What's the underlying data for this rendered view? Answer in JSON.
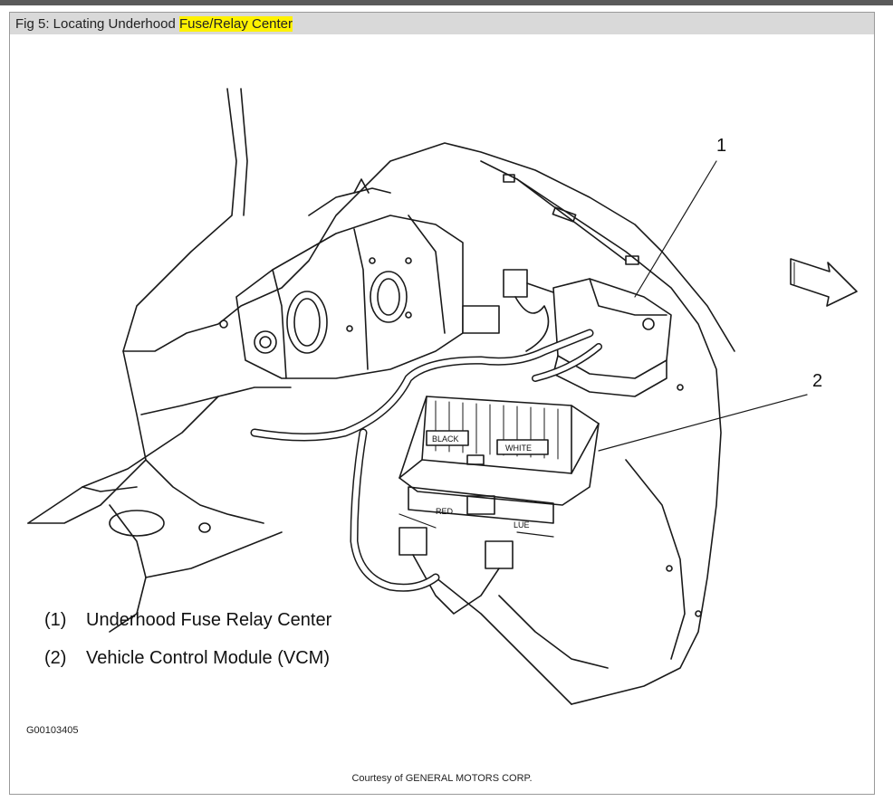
{
  "caption": {
    "prefix": "Fig 5: Locating Underhood ",
    "highlight": "Fuse/Relay Center"
  },
  "callouts": [
    "1",
    "2"
  ],
  "diagram_labels": {
    "black": "BLACK",
    "white": "WHITE",
    "red": "RED",
    "blue": "LUE"
  },
  "legend": [
    {
      "num": "(1)",
      "text": "Underhood Fuse Relay Center"
    },
    {
      "num": "(2)",
      "text": "Vehicle Control Module (VCM)"
    }
  ],
  "figure_code": "G00103405",
  "courtesy": "Courtesy of GENERAL MOTORS CORP.",
  "colors": {
    "highlight": "#fff200",
    "caption_bar": "#d9d9d9",
    "top_bar": "#5a5a5a"
  }
}
